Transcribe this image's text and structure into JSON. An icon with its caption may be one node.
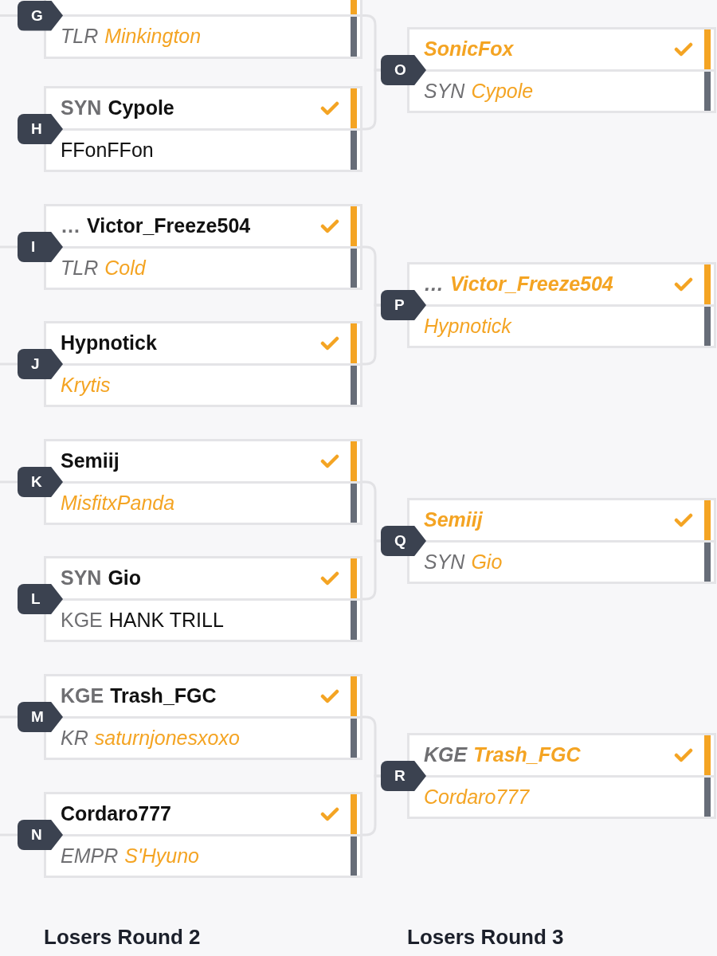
{
  "diagram": {
    "nodes": [
      {
        "text": [
          "G"
        ]
      },
      {
        "text": [],
        "shape": "box",
        "in": 0
      },
      {
        "text": [
          "TLR",
          "Minkington"
        ],
        "in": 0
      },
      {
        "text": [
          "H"
        ]
      },
      {
        "text": [
          "SYN",
          "Cypole"
        ],
        "in": 3
      },
      {
        "text": [
          "FFonFFon"
        ],
        "in": 3
      },
      {
        "text": [
          "I"
        ]
      },
      {
        "text": [
          "…",
          "Victor_Freeze504"
        ],
        "in": 6
      },
      {
        "text": [
          "TLR",
          "Cold"
        ],
        "in": 6
      },
      {
        "text": [
          "J"
        ]
      },
      {
        "text": [
          "Hypnotick"
        ],
        "in": 9
      },
      {
        "text": [
          "Krytis"
        ],
        "in": 9
      },
      {
        "text": [
          "K"
        ]
      },
      {
        "text": [
          "Semiij"
        ],
        "in": 12
      },
      {
        "text": [
          "MisfitxPanda"
        ],
        "in": 12
      },
      {
        "text": [
          "L"
        ]
      },
      {
        "text": [
          "SYN",
          "Gio"
        ],
        "in": 15
      },
      {
        "text": [
          "KGE",
          "HANK TRILL"
        ],
        "in": 15
      },
      {
        "text": [
          "M"
        ]
      },
      {
        "text": [
          "KGE",
          "Trash_FGC"
        ],
        "in": 18
      },
      {
        "text": [
          "KR",
          "saturnjonesxoxo"
        ],
        "in": 18
      },
      {
        "text": [
          "N"
        ]
      },
      {
        "text": [
          "Cordaro777"
        ],
        "in": 21
      },
      {
        "text": [
          "EMPR",
          "S'Hyuno"
        ],
        "in": 21
      },
      {
        "text": [
          "O"
        ]
      },
      {
        "text": [
          "SonicFox"
        ],
        "in": 24
      },
      {
        "text": [
          "SYN",
          "Cypole"
        ],
        "in": 24
      },
      {
        "text": [
          "P"
        ]
      },
      {
        "text": [
          "…",
          "Victor_Freeze504"
        ],
        "in": 27
      },
      {
        "text": [
          "Hypnotick"
        ],
        "in": 27
      },
      {
        "text": [
          "Q"
        ]
      },
      {
        "text": [
          "Semiij"
        ],
        "in": 30
      },
      {
        "text": [
          "SYN",
          "Gio"
        ],
        "in": 30
      },
      {
        "text": [
          "R"
        ]
      },
      {
        "text": [
          "KGE",
          "Trash_FGC"
        ],
        "in": 33
      },
      {
        "text": [
          "Cordaro777"
        ],
        "in": 33
      }
    ],
    "edges": [
      {
        "from": null,
        "to": 0,
        "arrow": "none"
      },
      {
        "from": 0,
        "to": 24,
        "arrow": "none"
      },
      {
        "from": 3,
        "to": 24,
        "arrow": "none"
      },
      {
        "from": null,
        "to": 6,
        "arrow": "none"
      },
      {
        "from": null,
        "to": 9,
        "arrow": "none"
      },
      {
        "from": 6,
        "to": 27,
        "arrow": "none"
      },
      {
        "from": 9,
        "to": 27,
        "arrow": "none"
      },
      {
        "from": null,
        "to": 12,
        "arrow": "none"
      },
      {
        "from": 12,
        "to": 30,
        "arrow": "none"
      },
      {
        "from": 15,
        "to": 30,
        "arrow": "none"
      },
      {
        "from": null,
        "to": 18,
        "arrow": "none"
      },
      {
        "from": null,
        "to": 21,
        "arrow": "none"
      },
      {
        "from": 18,
        "to": 33,
        "arrow": "none"
      },
      {
        "from": 21,
        "to": 33,
        "arrow": "none"
      }
    ],
    "labels": [
      "Losers Round 2",
      "Losers Round 3"
    ]
  }
}
